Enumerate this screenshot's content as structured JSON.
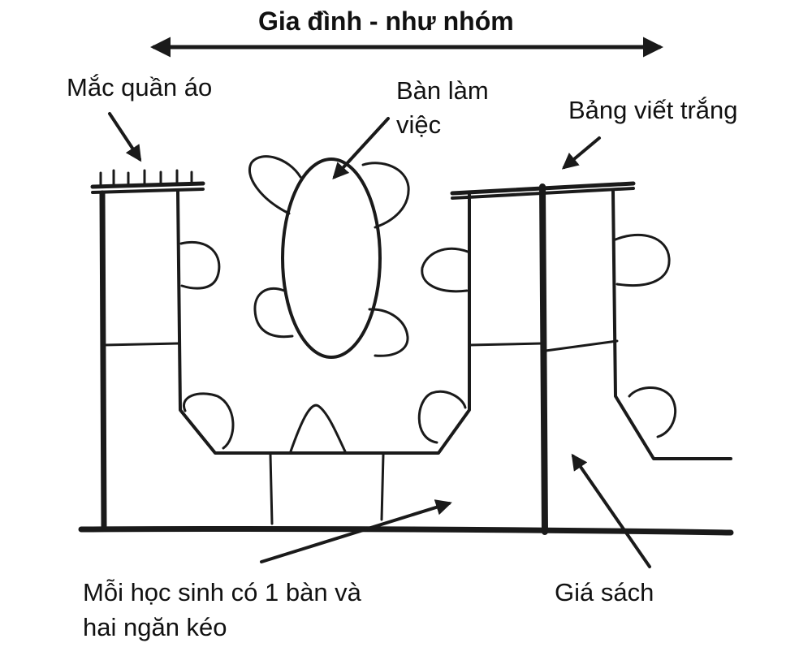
{
  "title": "Gia đình - như nhóm",
  "labels": {
    "coat_rack": "Mắc quần áo",
    "desk_line1": "Bàn làm",
    "desk_line2": "việc",
    "whiteboard": "Bảng viết trắng",
    "student_desk_line1": "Mỗi học sinh có 1 bàn và",
    "student_desk_line2": "hai ngăn kéo",
    "bookshelf": "Giá sách"
  },
  "colors": {
    "ink": "#1a1a1a",
    "background": "#ffffff"
  }
}
